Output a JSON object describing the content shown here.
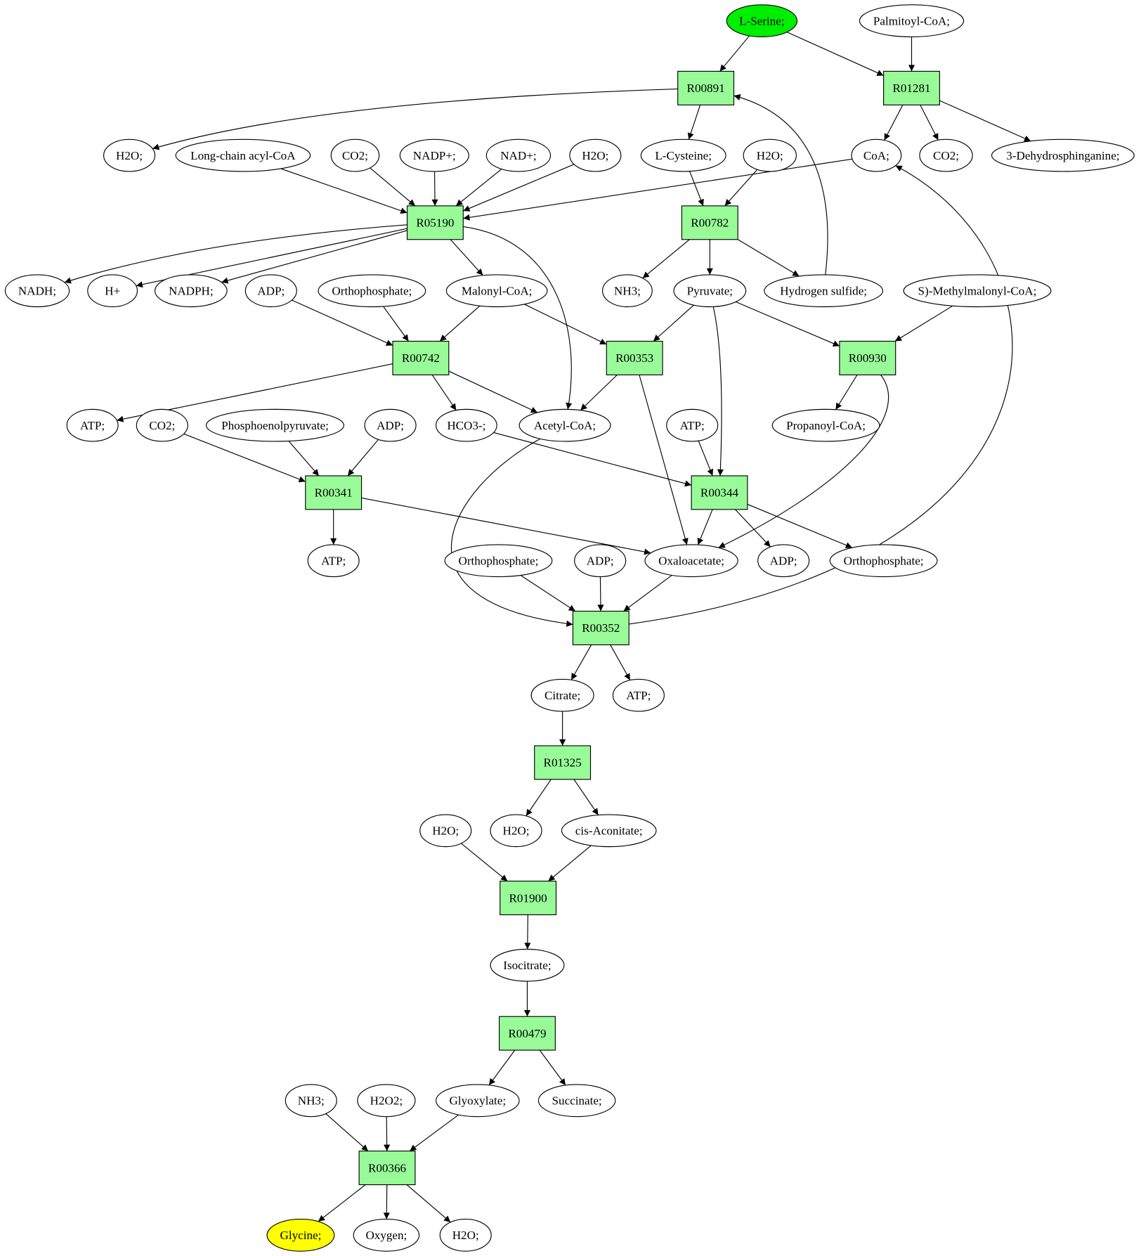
{
  "colors": {
    "reaction": "#98fb98",
    "source": "#00ee00",
    "target": "#ffff00",
    "compound": "#ffffff"
  },
  "nodes": [
    {
      "id": "serine",
      "label": "L-Serine;",
      "kind": "source"
    },
    {
      "id": "palm",
      "label": "Palmitoyl-CoA;",
      "kind": "compound"
    },
    {
      "id": "R00891",
      "label": "R00891",
      "kind": "reaction"
    },
    {
      "id": "R01281",
      "label": "R01281",
      "kind": "reaction"
    },
    {
      "id": "h2o_1",
      "label": "H2O;",
      "kind": "compound"
    },
    {
      "id": "lcacoa",
      "label": "Long-chain acyl-CoA",
      "kind": "compound"
    },
    {
      "id": "co2_1",
      "label": "CO2;",
      "kind": "compound"
    },
    {
      "id": "nadp",
      "label": "NADP+;",
      "kind": "compound"
    },
    {
      "id": "nad",
      "label": "NAD+;",
      "kind": "compound"
    },
    {
      "id": "h2o_2",
      "label": "H2O;",
      "kind": "compound"
    },
    {
      "id": "lcys",
      "label": "L-Cysteine;",
      "kind": "compound"
    },
    {
      "id": "h2o_3",
      "label": "H2O;",
      "kind": "compound"
    },
    {
      "id": "coa",
      "label": "CoA;",
      "kind": "compound"
    },
    {
      "id": "co2_2",
      "label": "CO2;",
      "kind": "compound"
    },
    {
      "id": "dehydro",
      "label": "3-Dehydrosphinganine;",
      "kind": "compound"
    },
    {
      "id": "R05190",
      "label": "R05190",
      "kind": "reaction"
    },
    {
      "id": "R00782",
      "label": "R00782",
      "kind": "reaction"
    },
    {
      "id": "nadh",
      "label": "NADH;",
      "kind": "compound"
    },
    {
      "id": "hplus",
      "label": "H+",
      "kind": "compound"
    },
    {
      "id": "nadph",
      "label": "NADPH;",
      "kind": "compound"
    },
    {
      "id": "adp_1",
      "label": "ADP;",
      "kind": "compound"
    },
    {
      "id": "ortho_1",
      "label": "Orthophosphate;",
      "kind": "compound"
    },
    {
      "id": "malonyl",
      "label": "Malonyl-CoA;",
      "kind": "compound"
    },
    {
      "id": "nh3_1",
      "label": "NH3;",
      "kind": "compound"
    },
    {
      "id": "pyruvate",
      "label": "Pyruvate;",
      "kind": "compound"
    },
    {
      "id": "h2s",
      "label": "Hydrogen sulfide;",
      "kind": "compound"
    },
    {
      "id": "smeth",
      "label": "S)-Methylmalonyl-CoA;",
      "kind": "compound"
    },
    {
      "id": "R00742",
      "label": "R00742",
      "kind": "reaction"
    },
    {
      "id": "R00353",
      "label": "R00353",
      "kind": "reaction"
    },
    {
      "id": "R00930",
      "label": "R00930",
      "kind": "reaction"
    },
    {
      "id": "atp_1",
      "label": "ATP;",
      "kind": "compound"
    },
    {
      "id": "co2_3",
      "label": "CO2;",
      "kind": "compound"
    },
    {
      "id": "pep",
      "label": "Phosphoenolpyruvate;",
      "kind": "compound"
    },
    {
      "id": "adp_2",
      "label": "ADP;",
      "kind": "compound"
    },
    {
      "id": "hco3",
      "label": "HCO3-;",
      "kind": "compound"
    },
    {
      "id": "acetyl",
      "label": "Acetyl-CoA;",
      "kind": "compound"
    },
    {
      "id": "atp_2",
      "label": "ATP;",
      "kind": "compound"
    },
    {
      "id": "propanoyl",
      "label": "Propanoyl-CoA;",
      "kind": "compound"
    },
    {
      "id": "R00341",
      "label": "R00341",
      "kind": "reaction"
    },
    {
      "id": "R00344",
      "label": "R00344",
      "kind": "reaction"
    },
    {
      "id": "atp_3",
      "label": "ATP;",
      "kind": "compound"
    },
    {
      "id": "ortho_2",
      "label": "Orthophosphate;",
      "kind": "compound"
    },
    {
      "id": "adp_3",
      "label": "ADP;",
      "kind": "compound"
    },
    {
      "id": "oxalo",
      "label": "Oxaloacetate;",
      "kind": "compound"
    },
    {
      "id": "adp_4",
      "label": "ADP;",
      "kind": "compound"
    },
    {
      "id": "ortho_3",
      "label": "Orthophosphate;",
      "kind": "compound"
    },
    {
      "id": "R00352",
      "label": "R00352",
      "kind": "reaction"
    },
    {
      "id": "citrate",
      "label": "Citrate;",
      "kind": "compound"
    },
    {
      "id": "atp_4",
      "label": "ATP;",
      "kind": "compound"
    },
    {
      "id": "R01325",
      "label": "R01325",
      "kind": "reaction"
    },
    {
      "id": "h2o_4",
      "label": "H2O;",
      "kind": "compound"
    },
    {
      "id": "h2o_5",
      "label": "H2O;",
      "kind": "compound"
    },
    {
      "id": "cisacon",
      "label": "cis-Aconitate;",
      "kind": "compound"
    },
    {
      "id": "R01900",
      "label": "R01900",
      "kind": "reaction"
    },
    {
      "id": "isocit",
      "label": "Isocitrate;",
      "kind": "compound"
    },
    {
      "id": "R00479",
      "label": "R00479",
      "kind": "reaction"
    },
    {
      "id": "nh3_2",
      "label": "NH3;",
      "kind": "compound"
    },
    {
      "id": "h2o2",
      "label": "H2O2;",
      "kind": "compound"
    },
    {
      "id": "glyox",
      "label": "Glyoxylate;",
      "kind": "compound"
    },
    {
      "id": "succ",
      "label": "Succinate;",
      "kind": "compound"
    },
    {
      "id": "R00366",
      "label": "R00366",
      "kind": "reaction"
    },
    {
      "id": "glycine",
      "label": "Glycine;",
      "kind": "target"
    },
    {
      "id": "oxygen",
      "label": "Oxygen;",
      "kind": "compound"
    },
    {
      "id": "h2o_6",
      "label": "H2O;",
      "kind": "compound"
    }
  ],
  "edges": [
    [
      "serine",
      "R00891"
    ],
    [
      "serine",
      "R01281"
    ],
    [
      "palm",
      "R01281"
    ],
    [
      "R00891",
      "h2o_1"
    ],
    [
      "R00891",
      "lcys"
    ],
    [
      "R01281",
      "coa"
    ],
    [
      "R01281",
      "co2_2"
    ],
    [
      "R01281",
      "dehydro"
    ],
    [
      "lcacoa",
      "R05190"
    ],
    [
      "co2_1",
      "R05190"
    ],
    [
      "nadp",
      "R05190"
    ],
    [
      "nad",
      "R05190"
    ],
    [
      "h2o_2",
      "R05190"
    ],
    [
      "coa",
      "R05190"
    ],
    [
      "lcys",
      "R00782"
    ],
    [
      "h2o_3",
      "R00782"
    ],
    [
      "R05190",
      "nadh"
    ],
    [
      "R05190",
      "hplus"
    ],
    [
      "R05190",
      "nadph"
    ],
    [
      "R05190",
      "malonyl"
    ],
    [
      "R05190",
      "acetyl"
    ],
    [
      "R00782",
      "nh3_1"
    ],
    [
      "R00782",
      "pyruvate"
    ],
    [
      "R00782",
      "h2s"
    ],
    [
      "h2s",
      "R00891"
    ],
    [
      "adp_1",
      "R00742"
    ],
    [
      "ortho_1",
      "R00742"
    ],
    [
      "malonyl",
      "R00742"
    ],
    [
      "malonyl",
      "R00353"
    ],
    [
      "pyruvate",
      "R00353"
    ],
    [
      "pyruvate",
      "R00930"
    ],
    [
      "smeth",
      "R00930"
    ],
    [
      "pyruvate",
      "R00344"
    ],
    [
      "R00742",
      "atp_1"
    ],
    [
      "R00742",
      "hco3"
    ],
    [
      "R00742",
      "acetyl"
    ],
    [
      "R00353",
      "acetyl"
    ],
    [
      "R00353",
      "oxalo"
    ],
    [
      "R00930",
      "propanoyl"
    ],
    [
      "R00930",
      "oxalo"
    ],
    [
      "co2_3",
      "R00341"
    ],
    [
      "pep",
      "R00341"
    ],
    [
      "adp_2",
      "R00341"
    ],
    [
      "hco3",
      "R00344"
    ],
    [
      "atp_2",
      "R00344"
    ],
    [
      "R00341",
      "atp_3"
    ],
    [
      "R00341",
      "oxalo"
    ],
    [
      "R00344",
      "oxalo"
    ],
    [
      "R00344",
      "adp_4"
    ],
    [
      "R00344",
      "ortho_3"
    ],
    [
      "ortho_2",
      "R00352"
    ],
    [
      "adp_3",
      "R00352"
    ],
    [
      "oxalo",
      "R00352"
    ],
    [
      "acetyl",
      "R00352"
    ],
    [
      "R00352",
      "coa"
    ],
    [
      "R00352",
      "citrate"
    ],
    [
      "R00352",
      "atp_4"
    ],
    [
      "citrate",
      "R01325"
    ],
    [
      "R01325",
      "h2o_5"
    ],
    [
      "R01325",
      "cisacon"
    ],
    [
      "h2o_4",
      "R01900"
    ],
    [
      "cisacon",
      "R01900"
    ],
    [
      "R01900",
      "isocit"
    ],
    [
      "isocit",
      "R00479"
    ],
    [
      "R00479",
      "glyox"
    ],
    [
      "R00479",
      "succ"
    ],
    [
      "nh3_2",
      "R00366"
    ],
    [
      "h2o2",
      "R00366"
    ],
    [
      "glyox",
      "R00366"
    ],
    [
      "R00366",
      "glycine"
    ],
    [
      "R00366",
      "oxygen"
    ],
    [
      "R00366",
      "h2o_6"
    ]
  ]
}
